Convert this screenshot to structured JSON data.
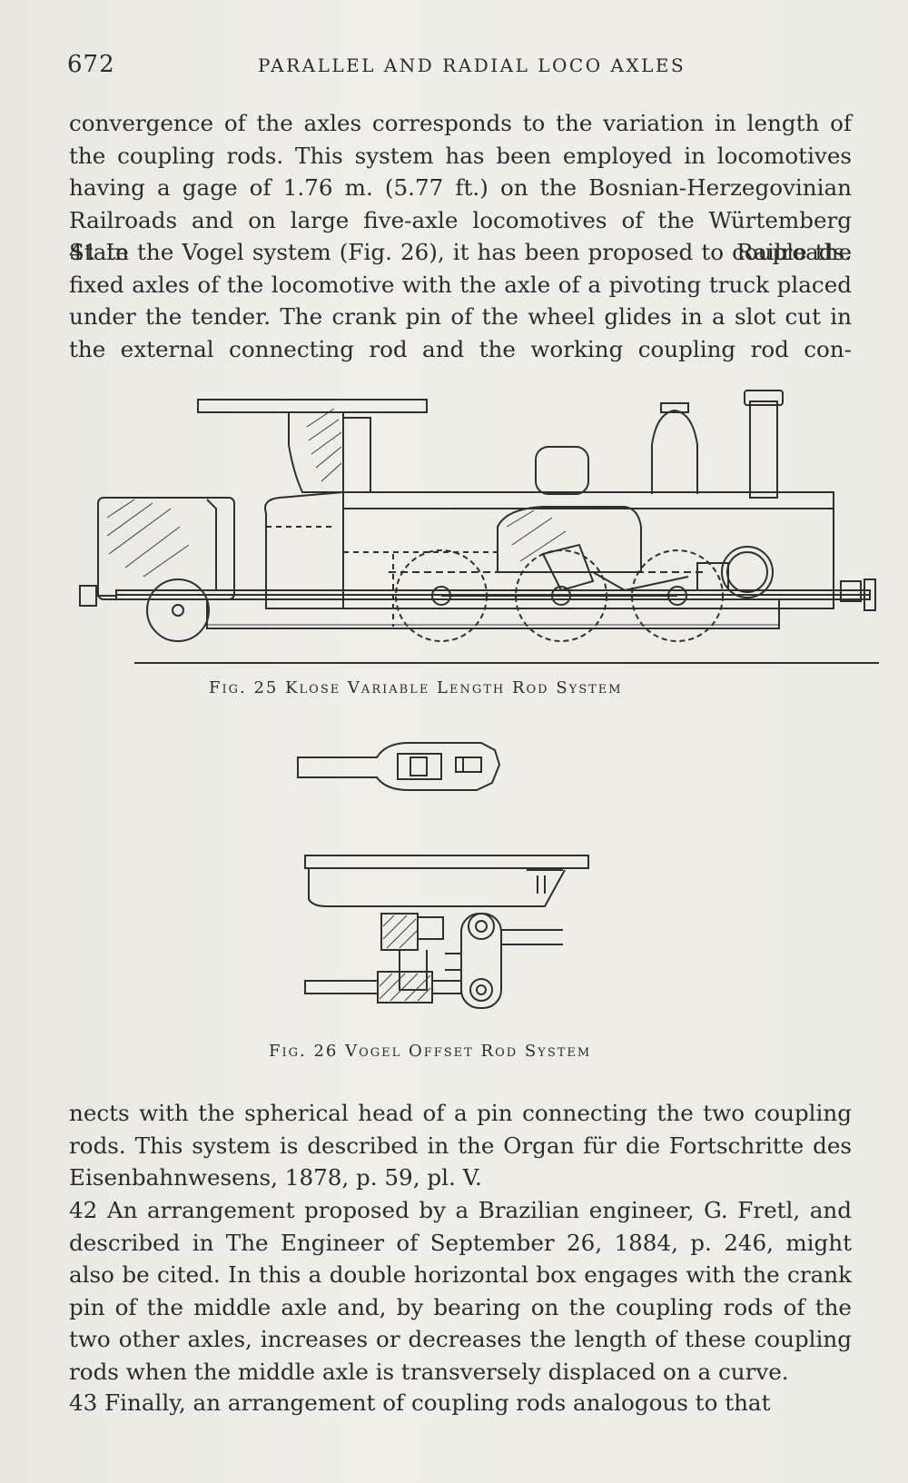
{
  "header": {
    "page_number": "672",
    "running_title": "PARALLEL AND RADIAL LOCO AXLES"
  },
  "paragraphs": {
    "p1": "convergence of the axles corresponds to the variation in length of the coupling rods. This system has been employed in locomotives having a gage of 1.76 m. (5.77 ft.) on the Bosnian-Herzegovinian Railroads and on large five-axle locomotives of the Würtemberg State Railroads.",
    "p2": "41 In the Vogel system (Fig. 26), it has been proposed to couple the fixed axles of the locomotive with the axle of a pivoting truck placed under the tender. The crank pin of the wheel glides in a slot cut in the external connecting rod and the working coupling rod con-",
    "p3": "nects with the spherical head of a pin connecting the two coupling rods. This system is described in the Organ für die Fortschritte des Eisenbahnwesens, 1878, p. 59, pl. V.",
    "p4": "42 An arrangement proposed by a Brazilian engineer, G. Fretl, and described in The Engineer of September 26, 1884, p. 246, might also be cited. In this a double horizontal box engages with the crank pin of the middle axle and, by bearing on the coupling rods of the two other axles, increases or decreases the length of these coupling rods when the middle axle is transversely displaced on a curve.",
    "p5": "43 Finally, an arrangement of coupling rods analogous to that"
  },
  "figures": {
    "fig25_caption": "Fig. 25 Klose Variable Length Rod System",
    "fig26_caption": "Fig. 26 Vogel Offset Rod System"
  }
}
